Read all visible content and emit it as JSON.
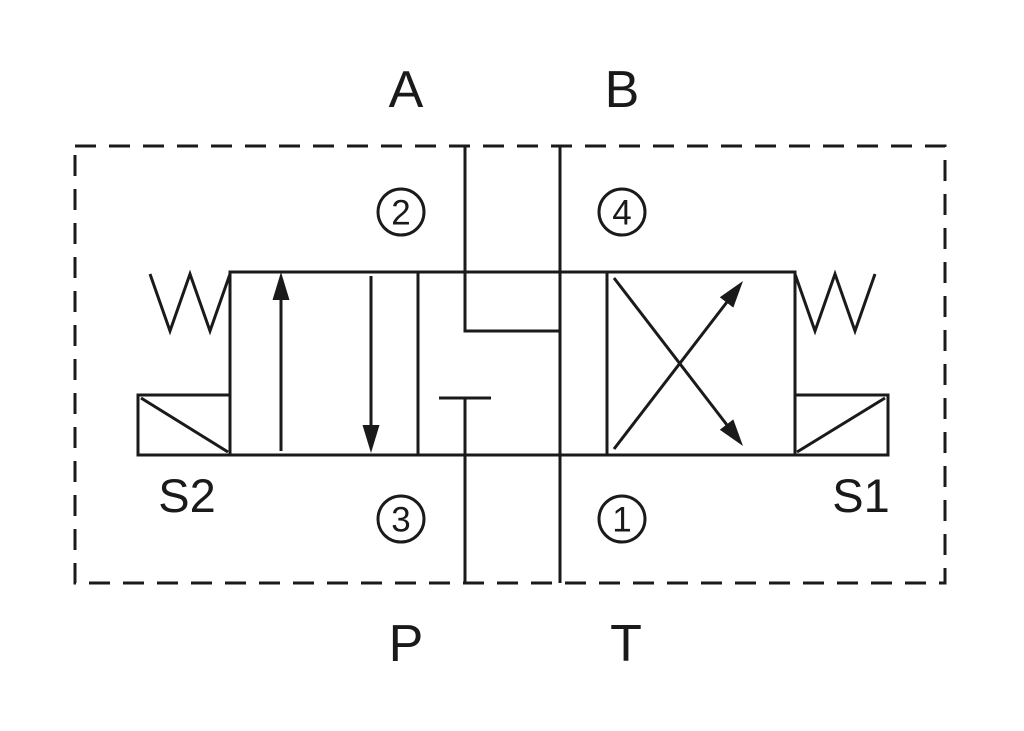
{
  "diagram": {
    "ports": {
      "a": "A",
      "b": "B",
      "p": "P",
      "t": "T"
    },
    "solenoids": {
      "left": "S2",
      "right": "S1"
    },
    "port_numbers": {
      "top_left": "2",
      "top_right": "4",
      "bottom_left": "3",
      "bottom_right": "1"
    },
    "colors": {
      "line": "#1a1a1a",
      "background": "#ffffff"
    }
  }
}
